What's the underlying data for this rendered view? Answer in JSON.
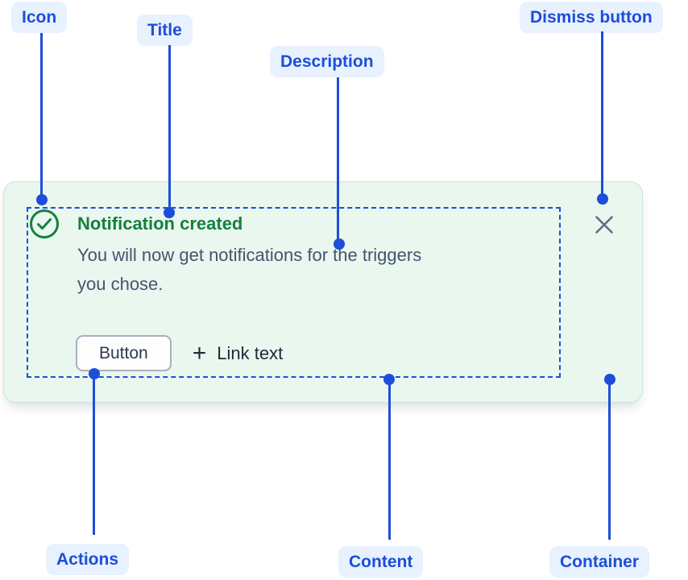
{
  "annotations": {
    "icon_label": "Icon",
    "title_label": "Title",
    "description_label": "Description",
    "dismiss_label": "Dismiss button",
    "actions_label": "Actions",
    "content_label": "Content",
    "container_label": "Container"
  },
  "toast": {
    "title": "Notification created",
    "description_lines": [
      "You will now get notifications for the triggers",
      "you chose."
    ],
    "actions": {
      "button_label": "Button",
      "plus_glyph": "+",
      "link_label": "Link text"
    },
    "icons": {
      "status": "check-circle-icon",
      "dismiss": "close-icon"
    },
    "colors": {
      "container_background": "#e9f7ef",
      "container_border": "#c9e7d6",
      "title_green": "#15803d",
      "icon_green": "#16813c",
      "description_gray": "#44546f",
      "annotation_blue": "#1d4ed8",
      "annotation_pill_background": "#e8f1fe"
    }
  }
}
